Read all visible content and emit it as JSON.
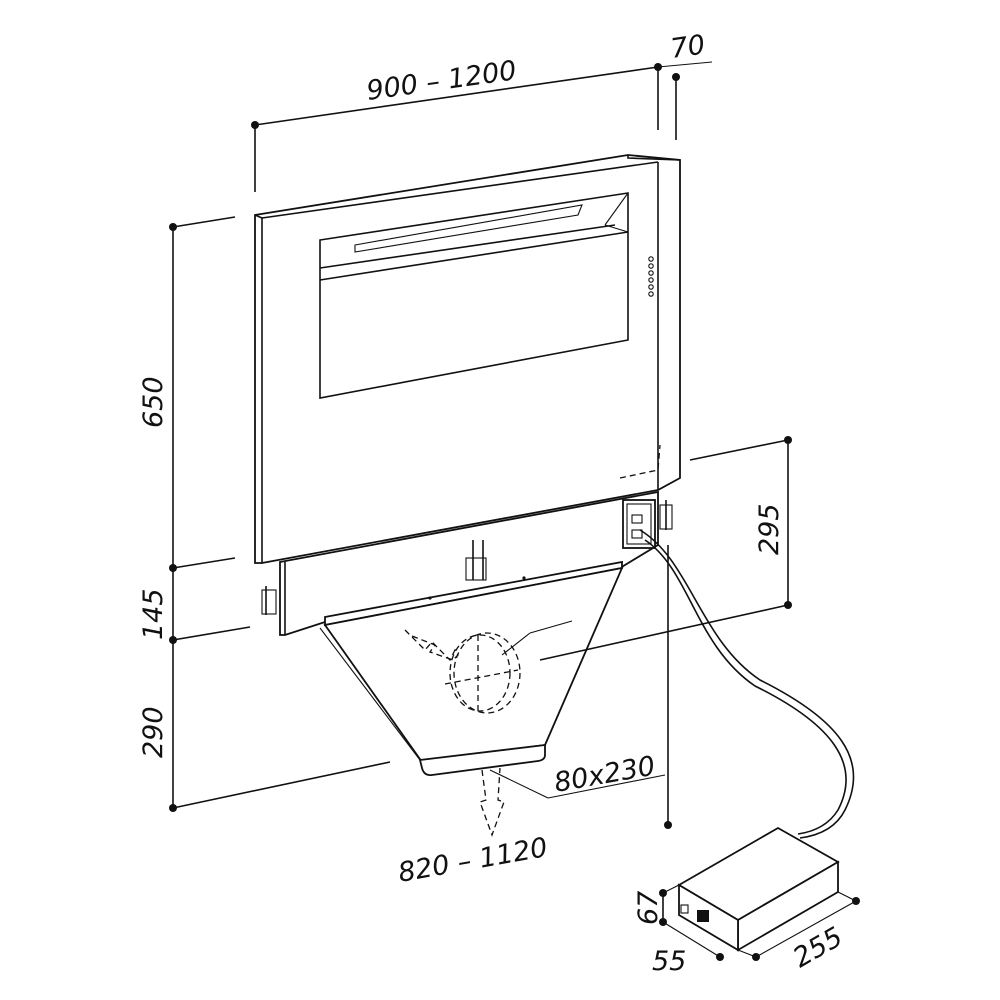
{
  "dimensions": {
    "width_range": "900 – 1200",
    "depth_offset": "70",
    "panel_height": "650",
    "lower_body_height": "145",
    "hood_height": "290",
    "side_height": "295",
    "outlet_size": "80x230",
    "outlet_range": "820 – 1120",
    "psu_height": "67",
    "psu_depth": "55",
    "psu_length": "255"
  }
}
